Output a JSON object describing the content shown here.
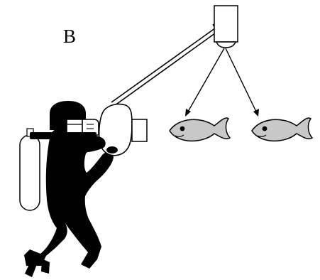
{
  "figure": {
    "panel_label": "B"
  },
  "colors": {
    "ink": "#000000",
    "fish_fill": "#c8c8c8",
    "equipment_fill": "#ffffff",
    "background": "#ffffff"
  },
  "elements": [
    "scuba-diver",
    "air-tank",
    "underwater-camera-housing",
    "strobe-arm",
    "strobe-light",
    "light-ray-arrow",
    "fish"
  ]
}
